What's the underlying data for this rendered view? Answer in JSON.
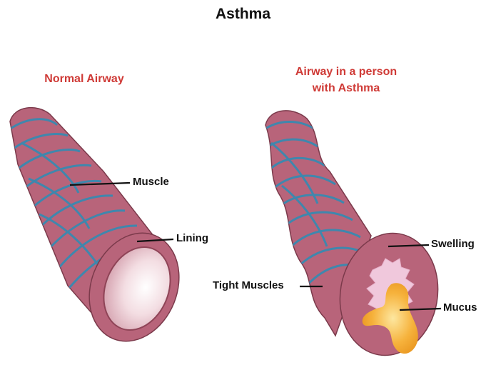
{
  "title": "Asthma",
  "normal": {
    "heading": "Normal Airway"
  },
  "asthma": {
    "heading_line1": "Airway in a person",
    "heading_line2": "with Asthma"
  },
  "labels": {
    "muscle": "Muscle",
    "lining": "Lining",
    "swelling": "Swelling",
    "tight_muscles": "Tight Muscles",
    "mucus": "Mucus"
  },
  "colors": {
    "heading": "#cf3a36",
    "airway_wall": "#b8647a",
    "airway_dark": "#8f4457",
    "muscle_band": "#3f87ad",
    "lumen": "#f3dde2",
    "mucus": "#f6b23c",
    "swollen_lining": "#f0c8dc"
  }
}
